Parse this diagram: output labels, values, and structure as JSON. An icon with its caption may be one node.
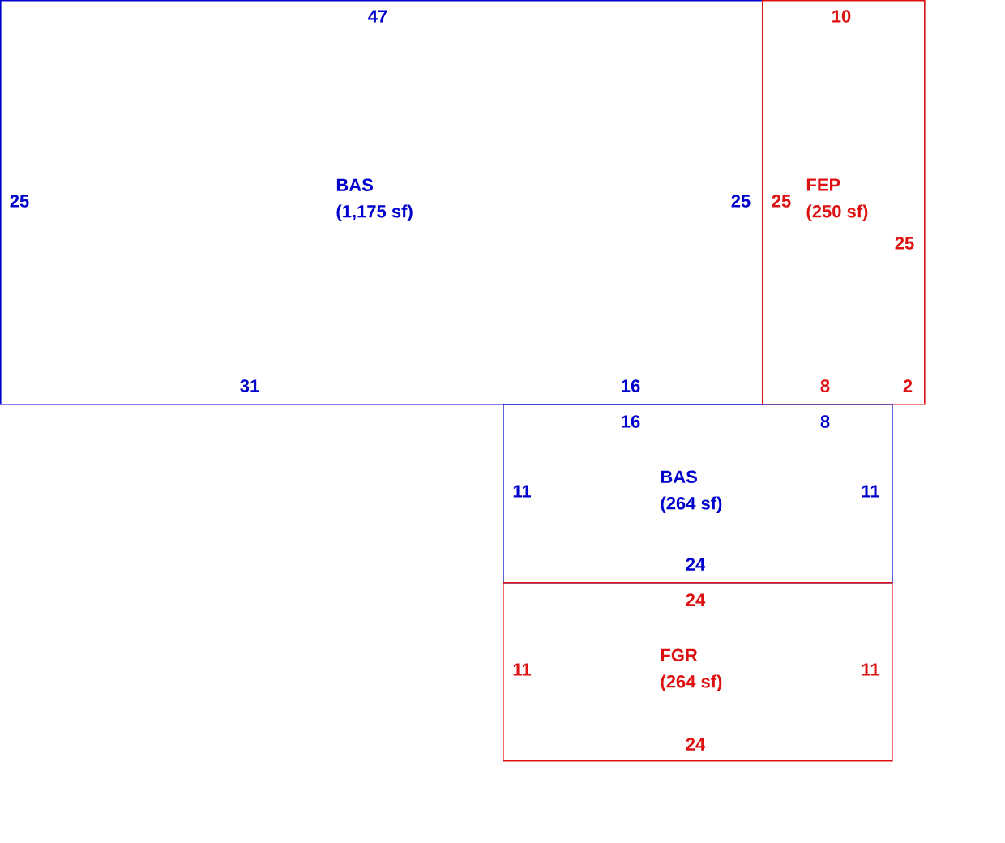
{
  "diagram": {
    "nodes": [
      {
        "text": [
          "BAS",
          "(1,175 sf)",
          "47",
          "25",
          "25",
          "31",
          "16"
        ]
      },
      {
        "text": [
          "FEP",
          "(250 sf)",
          "10",
          "25",
          "25",
          "8",
          "2"
        ]
      },
      {
        "text": [
          "BAS",
          "(264 sf)",
          "16",
          "8",
          "11",
          "11",
          "24"
        ]
      },
      {
        "text": [
          "FGR",
          "(264 sf)",
          "24",
          "11",
          "11",
          "24"
        ]
      }
    ]
  }
}
